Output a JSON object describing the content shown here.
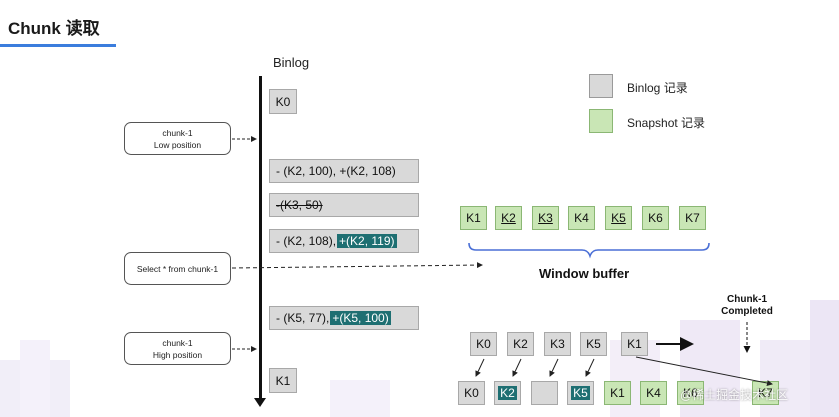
{
  "title": "Chunk 读取",
  "binlog_label": "Binlog",
  "timeline_boxes": {
    "k0": "K0",
    "row1": "- (K2, 100), +(K2, 108)",
    "row2": "-(K3, 50)",
    "row3_prefix": "- (K2, 108),",
    "row3_highlight": "+(K2, 119)",
    "row4_prefix": "- (K5, 77),",
    "row4_highlight": "+(K5, 100)",
    "k1": "K1"
  },
  "side_boxes": {
    "low_line1": "chunk-1",
    "low_line2": "Low position",
    "select": "Select * from chunk-1",
    "high_line1": "chunk-1",
    "high_line2": "High position"
  },
  "legend": {
    "binlog": "Binlog 记录",
    "snapshot": "Snapshot 记录",
    "colors": {
      "binlog": "#d9d9d9",
      "snapshot": "#c9e6b5",
      "highlight": "#1e6f72"
    }
  },
  "window_buffer": {
    "label": "Window buffer",
    "items": [
      "K1",
      "K2",
      "K3",
      "K4",
      "K5",
      "K6",
      "K7"
    ]
  },
  "completed_label_line1": "Chunk-1",
  "completed_label_line2": "Completed",
  "binlog_row": [
    "K0",
    "K2",
    "K3",
    "K5",
    "K1"
  ],
  "result_row": [
    "K0",
    "K2",
    "",
    "K5",
    "K1",
    "K4",
    "K6",
    "K7"
  ],
  "watermark": "@稀土掘金技术社区"
}
